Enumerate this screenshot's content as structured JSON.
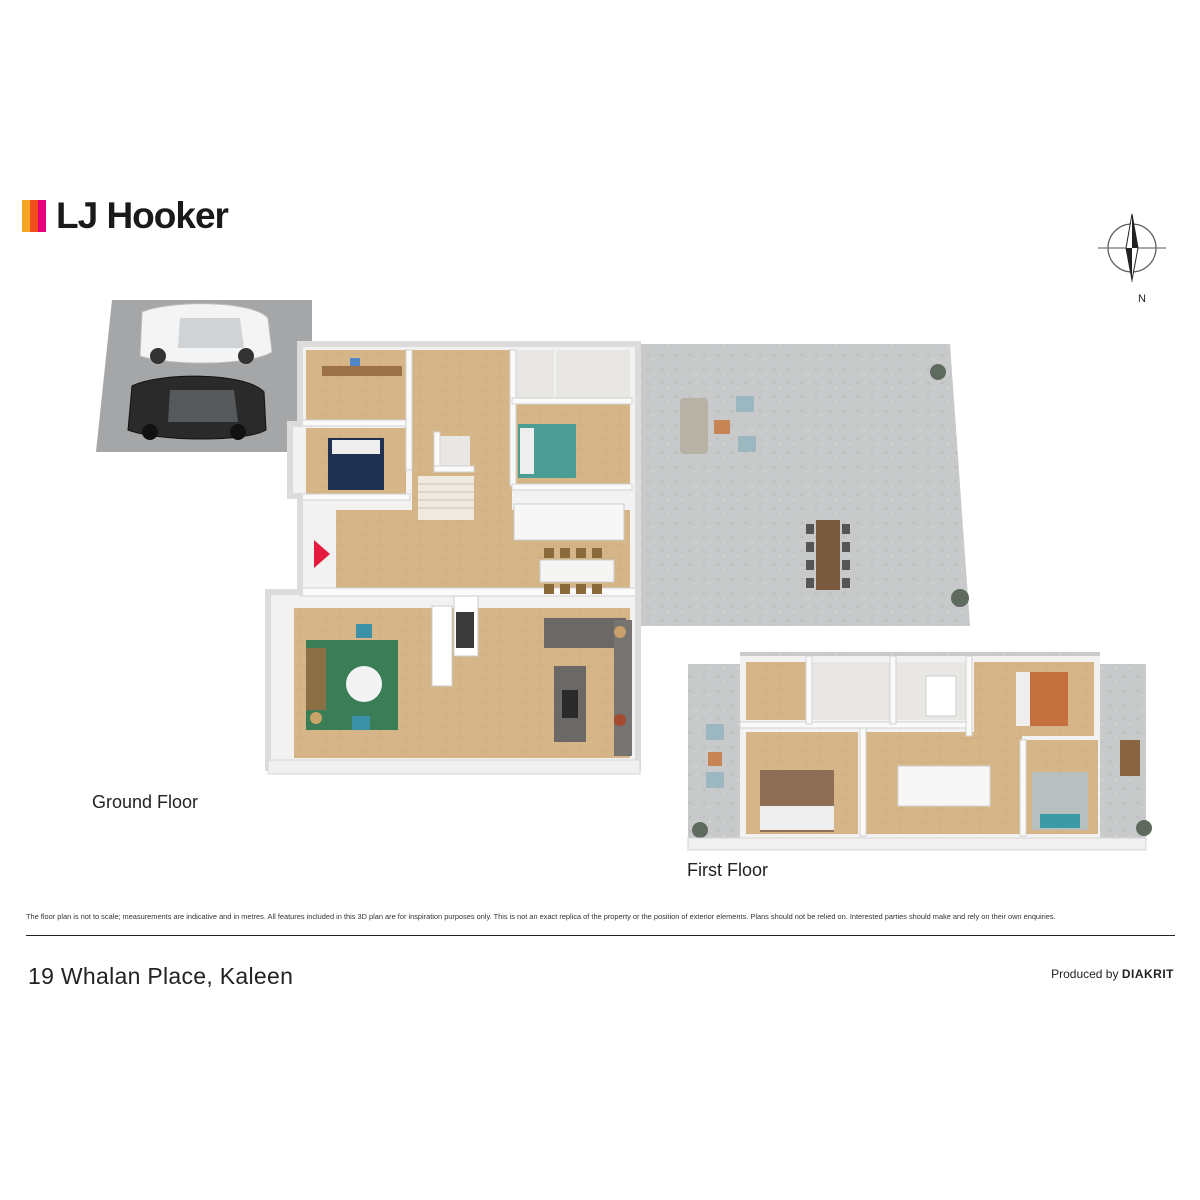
{
  "brand": {
    "name": "LJ Hooker",
    "bar_colors": [
      "#f5a623",
      "#f0501e",
      "#e3007a"
    ]
  },
  "compass": {
    "north_label": "N"
  },
  "floors": [
    {
      "label": "Ground Floor"
    },
    {
      "label": "First Floor"
    }
  ],
  "disclaimer": "The floor plan is not to scale; measurements are indicative and in metres. All features included in this 3D plan are for inspiration purposes only. This is not an exact replica of the property or the position of exterior elements. Plans should not be relied on. Interested parties should make and rely on their own enquiries.",
  "address": "19 Whalan Place, Kaleen",
  "credit": {
    "prefix": "Produced by",
    "company": "DIAKRIT"
  },
  "colors": {
    "floor_wood": "#d8b98e",
    "wall": "#f4f4f4",
    "deck": "#c9cbcc",
    "driveway": "#a4a6a8",
    "entry_marker": "#e31c3d"
  }
}
